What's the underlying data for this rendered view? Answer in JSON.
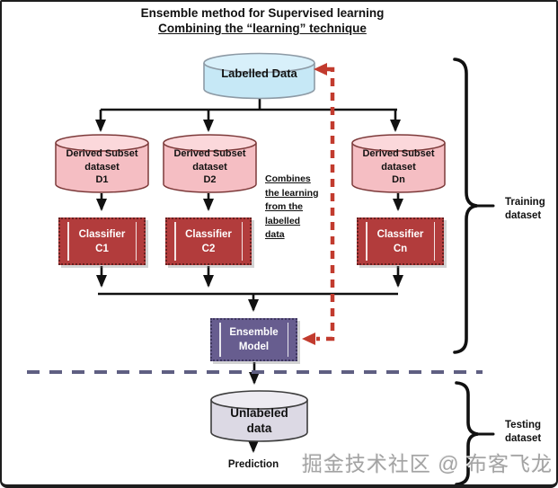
{
  "title": {
    "line1": "Ensemble method for Supervised learning",
    "line2": "Combining the “learning” technique"
  },
  "nodes": {
    "labelled_data": {
      "label": "Labelled Data"
    },
    "subsets": [
      {
        "line1": "Derived Subset",
        "line2": "dataset",
        "line3": "D1"
      },
      {
        "line1": "Derived Subset",
        "line2": "dataset",
        "line3": "D2"
      },
      {
        "line1": "Derived Subset",
        "line2": "dataset",
        "line3": "Dn"
      }
    ],
    "classifiers": [
      {
        "line1": "Classifier",
        "line2": "C1"
      },
      {
        "line1": "Classifier",
        "line2": "C2"
      },
      {
        "line1": "Classifier",
        "line2": "Cn"
      }
    ],
    "ensemble": {
      "line1": "Ensemble",
      "line2": "Model"
    },
    "unlabeled": {
      "line1": "Unlabeled",
      "line2": "data"
    },
    "prediction": "Prediction"
  },
  "annotations": {
    "combines_note": [
      "Combines",
      "the learning",
      "from the",
      "labelled",
      "data"
    ],
    "training_label": {
      "line1": "Training",
      "line2": "dataset"
    },
    "testing_label": {
      "line1": "Testing",
      "line2": "dataset"
    },
    "watermark": "掘金技术社区 @ 布客飞龙"
  },
  "colors": {
    "labelled_fill": "#c6e8f6",
    "subset_fill": "#f5bec3",
    "classifier_fill": "#b23c3c",
    "ensemble_fill": "#675d8f",
    "unlabeled_fill": "#dcd9e4",
    "feedback_dash": "#c23b2e",
    "separator_dash": "#5f5f82",
    "line_color": "#111111"
  }
}
